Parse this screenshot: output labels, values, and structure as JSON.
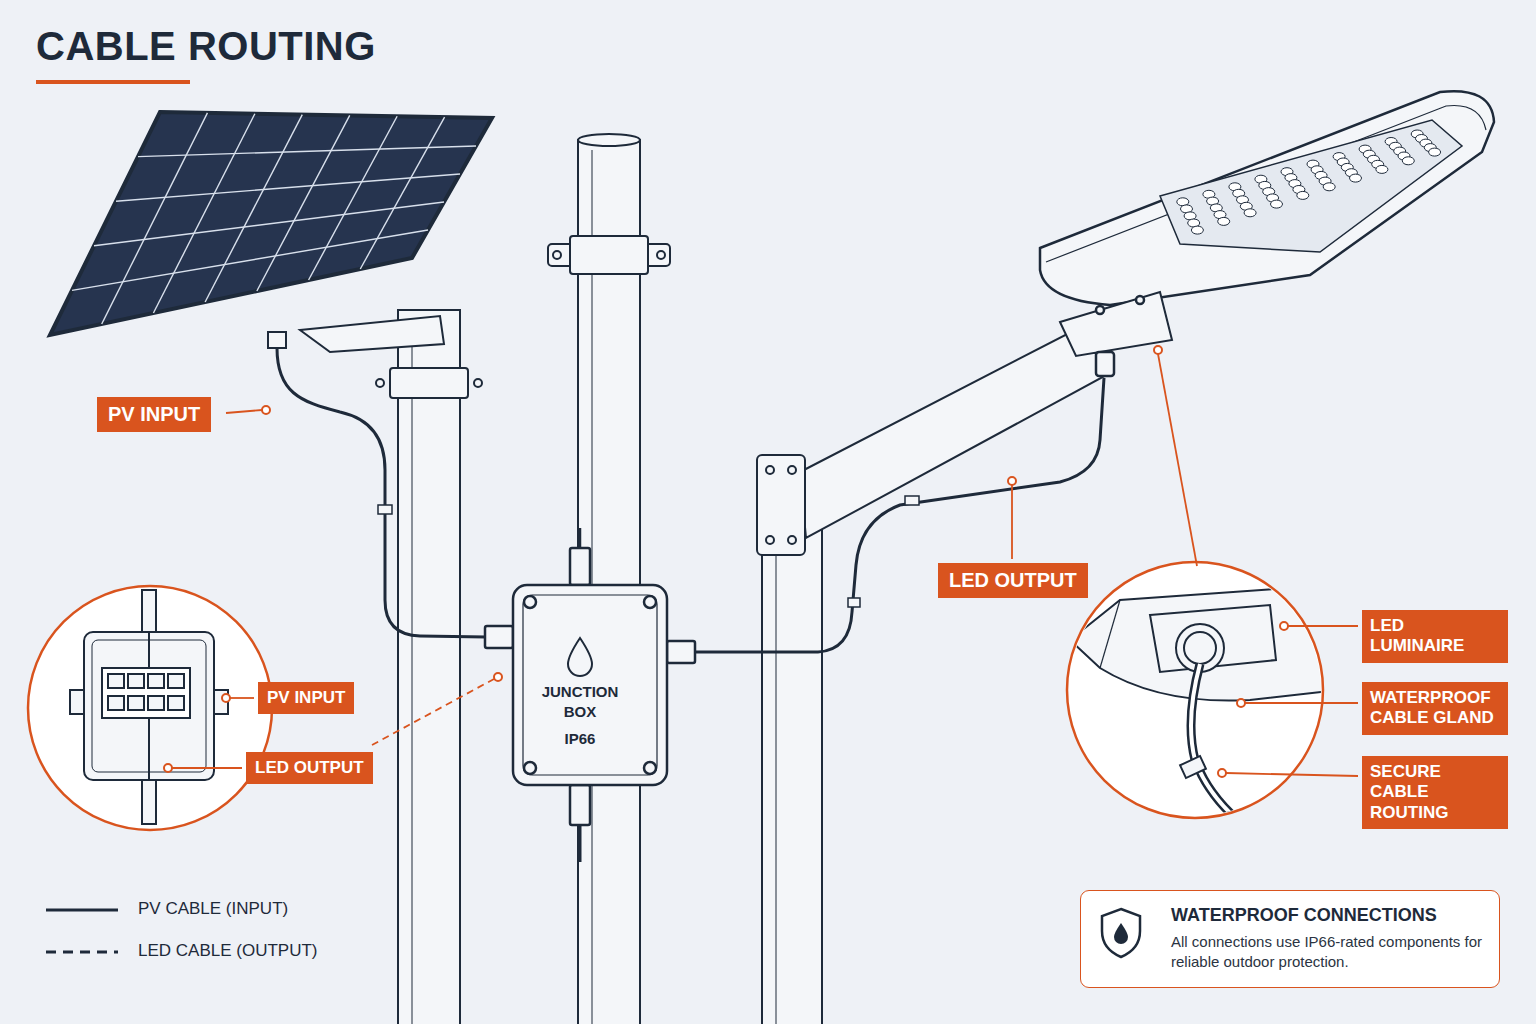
{
  "diagram": {
    "title": "CABLE ROUTING",
    "nodes": [
      {
        "text": [
          "PV INPUT"
        ]
      },
      {
        "text": [
          "LED OUTPUT"
        ]
      },
      {
        "text": [
          "LED LUMINAIRE"
        ]
      },
      {
        "text": [
          "PV INPUT"
        ]
      },
      {
        "text": [
          "JUNCTION BOX",
          "IP66"
        ]
      },
      {
        "text": [
          "WATERPROOF CABLE GLAND"
        ]
      },
      {
        "text": [
          "LED OUTPUT"
        ]
      },
      {
        "text": [
          "SECURE CABLE ROUTING"
        ]
      },
      {
        "text": [
          "WATERPROOF CONNECTIONS",
          "All connections use IP66-rated components for reliable outdoor protection."
        ]
      }
    ],
    "legend": [
      {
        "text": "PV CABLE (INPUT)"
      },
      {
        "text": "LED CABLE (OUTPUT)"
      }
    ]
  }
}
